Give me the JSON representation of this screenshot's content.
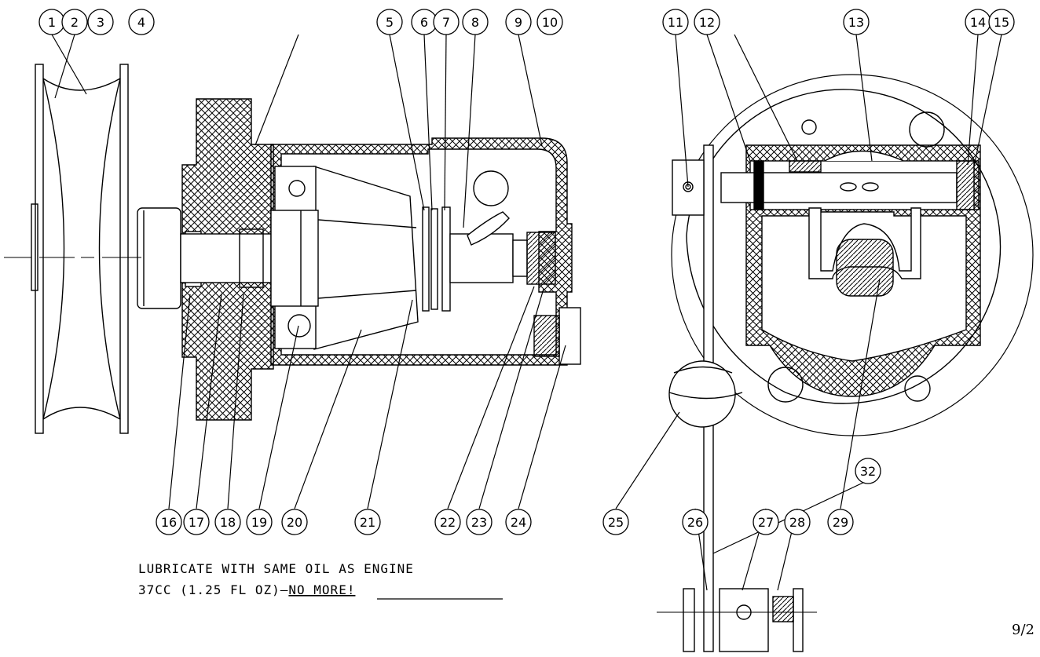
{
  "callouts": [
    "1",
    "2",
    "3",
    "4",
    "5",
    "6",
    "7",
    "8",
    "9",
    "10",
    "11",
    "12",
    "13",
    "14",
    "15",
    "16",
    "17",
    "18",
    "19",
    "20",
    "21",
    "22",
    "23",
    "24",
    "25",
    "26",
    "27",
    "28",
    "29",
    "32"
  ],
  "note": {
    "line1": "LUBRICATE WITH SAME OIL AS ENGINE",
    "line2_prefix": "37CC (1.25 FL OZ)–",
    "line2_emphasis": "NO MORE!"
  },
  "page_marker": "9/2",
  "colors": {
    "ink": "#000000",
    "paper": "#ffffff"
  }
}
